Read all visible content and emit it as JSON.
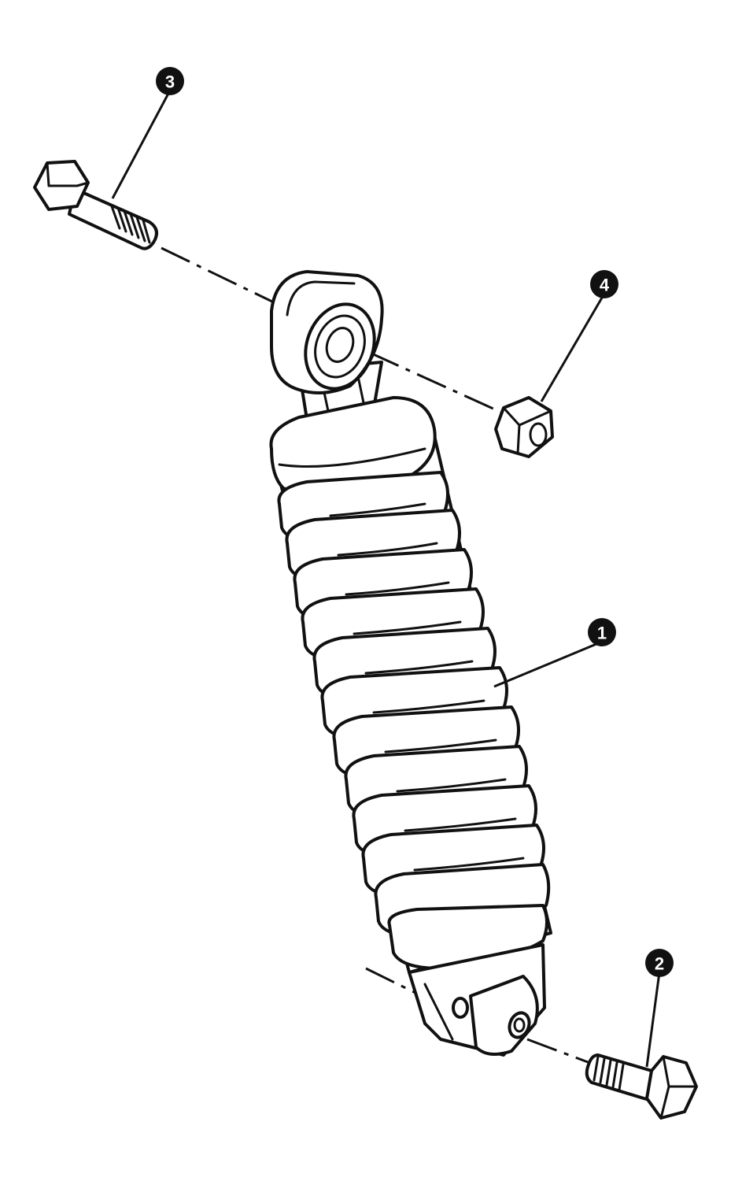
{
  "callouts": [
    {
      "id": "part-1",
      "label": "1"
    },
    {
      "id": "part-2",
      "label": "2"
    },
    {
      "id": "part-3",
      "label": "3"
    },
    {
      "id": "part-4",
      "label": "4"
    }
  ]
}
